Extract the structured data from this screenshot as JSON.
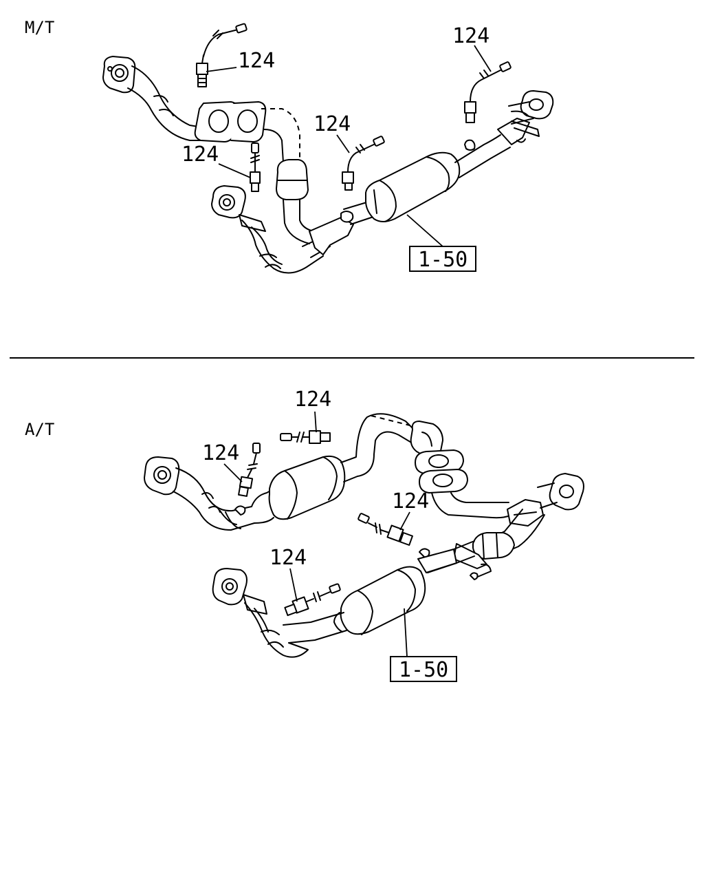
{
  "sections": {
    "top": {
      "label": "M/T"
    },
    "bottom": {
      "label": "A/T"
    }
  },
  "callouts": {
    "sensor": "124",
    "assembly": "1-50"
  }
}
